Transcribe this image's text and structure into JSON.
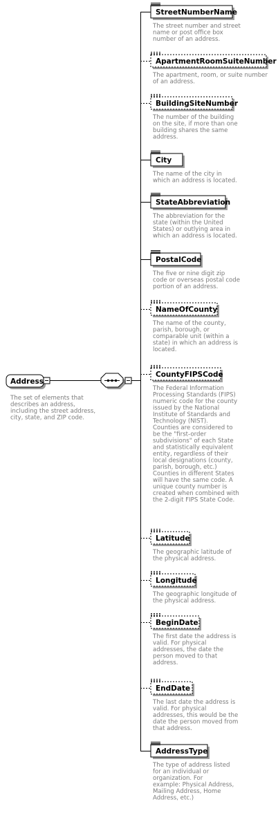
{
  "root": {
    "name": "Address",
    "description": [
      "The set of elements that",
      "describes an address,",
      "including the street address,",
      "city, state, and ZIP code."
    ]
  },
  "compositor": {
    "kind": "sequence",
    "icon": "sequence-icon"
  },
  "elements": [
    {
      "name": "StreetNumberName",
      "optional": false,
      "description": [
        "The street number and street",
        "name or post office box",
        "number of an address."
      ]
    },
    {
      "name": "ApartmentRoomSuiteNumber",
      "optional": true,
      "description": [
        "The apartment, room, or suite number",
        "of an address."
      ]
    },
    {
      "name": "BuildingSiteNumber",
      "optional": true,
      "description": [
        "The number of the building",
        "on the site, if more than one",
        "building shares the same",
        "address."
      ]
    },
    {
      "name": "City",
      "optional": false,
      "description": [
        "The name of the city in",
        "which an address is located."
      ]
    },
    {
      "name": "StateAbbreviation",
      "optional": false,
      "description": [
        "The abbreviation for the",
        "state (within the United",
        "States) or outlying area in",
        "which an address is located."
      ]
    },
    {
      "name": "PostalCode",
      "optional": false,
      "description": [
        "The five or nine digit zip",
        "code or overseas postal code",
        "portion of an address."
      ]
    },
    {
      "name": "NameOfCounty",
      "optional": true,
      "description": [
        "The name of the county,",
        "parish, borough, or",
        "comparable unit (within a",
        "state) in which an address is",
        "located."
      ]
    },
    {
      "name": "CountyFIPSCode",
      "optional": true,
      "description": [
        "The Federal Information",
        "Processing Standards (FIPS)",
        "numeric code for the county",
        "issued by the National",
        "Institute of Standards and",
        "Technology (NIST).",
        "Counties are considered to",
        "be the \"first-order",
        "subdivisions\" of each State",
        "and statistically equivalent",
        "entity, regardless of their",
        "local designations (county,",
        "parish, borough, etc.)",
        "Counties in different States",
        "will have the same code. A",
        "unique county number is",
        "created when combined with",
        "the 2-digit FIPS State Code."
      ]
    },
    {
      "name": "Latitude",
      "optional": true,
      "description": [
        "The geographic latitude of",
        "the physical address."
      ]
    },
    {
      "name": "Longitude",
      "optional": true,
      "description": [
        "The geographic longitude of",
        "the physical address."
      ]
    },
    {
      "name": "BeginDate",
      "optional": true,
      "description": [
        "The first date the address is",
        "valid. For physical",
        "addresses, the date the",
        "person moved to that",
        "address."
      ]
    },
    {
      "name": "EndDate",
      "optional": true,
      "description": [
        "The last date the address is",
        "valid. For physical",
        "addresses, this would be the",
        "date the person moved from",
        "that address."
      ]
    },
    {
      "name": "AddressType",
      "optional": false,
      "description": [
        "The type of address listed",
        "for an individual or",
        "organization.          For",
        "example:  Physical Address,",
        "Mailing Address, Home",
        "Address, etc.)"
      ]
    }
  ]
}
